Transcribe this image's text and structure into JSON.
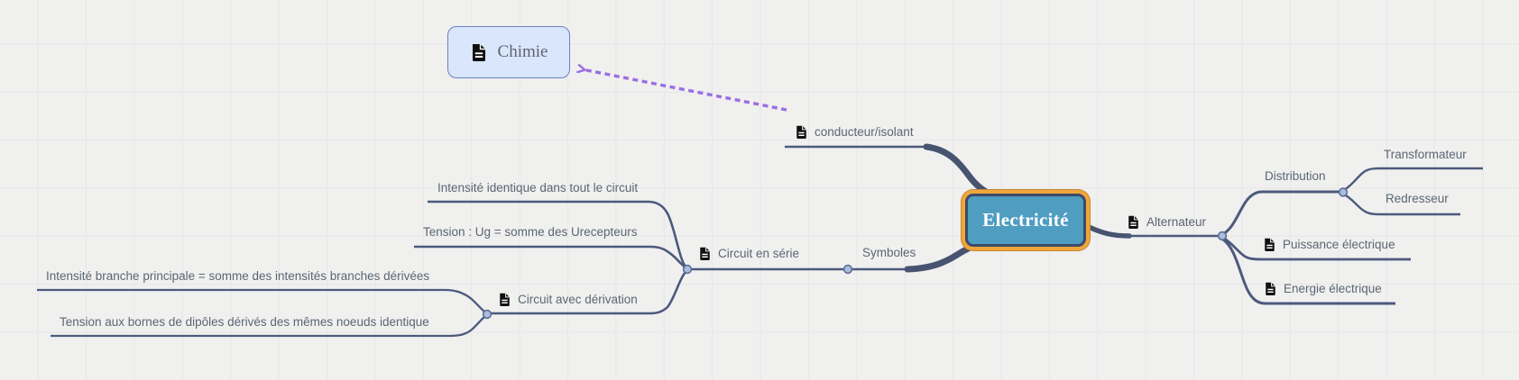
{
  "app": {
    "type": "mind-map-canvas"
  },
  "root": {
    "label": "Electricité"
  },
  "floating": {
    "label": "Chimie",
    "icon": "document-icon"
  },
  "nodes": {
    "conducteur": {
      "label": "conducteur/isolant",
      "icon": "document-icon"
    },
    "symboles": {
      "label": "Symboles"
    },
    "serie": {
      "label": "Circuit en série",
      "icon": "document-icon"
    },
    "serie_fact1": {
      "label": "Intensité identique dans tout le circuit"
    },
    "serie_fact2": {
      "label": "Tension : Ug = somme des Urecepteurs"
    },
    "derivation": {
      "label": "Circuit avec dérivation",
      "icon": "document-icon"
    },
    "deriv_fact1": {
      "label": "Intensité branche principale = somme des intensités branches dérivées"
    },
    "deriv_fact2": {
      "label": "Tension aux bornes de dipôles dérivés des mêmes noeuds identique"
    },
    "alternateur": {
      "label": "Alternateur",
      "icon": "document-icon"
    },
    "distribution": {
      "label": "Distribution"
    },
    "transformateur": {
      "label": "Transformateur"
    },
    "redresseur": {
      "label": "Redresseur"
    },
    "puissance": {
      "label": "Puissance électrique",
      "icon": "document-icon"
    },
    "energie": {
      "label": "Energie électrique",
      "icon": "document-icon"
    }
  },
  "connector": {
    "from": "conducteur/isolant",
    "to": "Chimie",
    "style": "dashed-arrow"
  },
  "colors": {
    "background": "#f0f0ef",
    "grid": "#e6e6e9",
    "branch": "#4d5a7d",
    "branch_thick": "#47536f",
    "junction_fill": "#aabdde",
    "junction_stroke": "#5c6e96",
    "text": "#5b6673",
    "root_fill": "#4f9dc1",
    "root_border": "#3d4a68",
    "root_selection": "#efa63b",
    "floating_fill": "#d9e6fb",
    "floating_border": "#6b82c2",
    "connector": "#9b6ee2"
  }
}
